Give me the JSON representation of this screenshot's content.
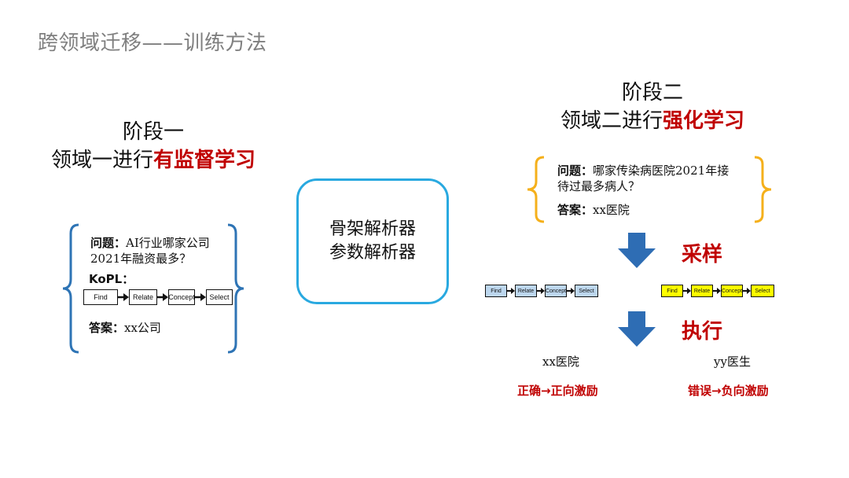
{
  "title": "跨领域迁移——训练方法",
  "stage1": {
    "heading": "阶段一",
    "line_prefix": "领域一进行",
    "line_highlight": "有监督学习",
    "question_label": "问题：",
    "question_line1": "AI行业哪家公司",
    "question_line2": "2021年融资最多？",
    "kopl_label": "KoPL：",
    "nodes": [
      "Find",
      "Relate",
      "Concept",
      "Select"
    ],
    "answer_label": "答案：",
    "answer": "xx公司"
  },
  "center": {
    "line1": "骨架解析器",
    "line2": "参数解析器"
  },
  "stage2": {
    "heading": "阶段二",
    "line_prefix": "领域二进行",
    "line_highlight": "强化学习",
    "question_label": "问题：",
    "question_line1": "哪家传染病医院2021年接",
    "question_line2": "待过最多病人？",
    "answer_label": "答案：",
    "answer": "xx医院",
    "sample_label": "采样",
    "execute_label": "执行",
    "nodes_left": [
      "Find",
      "Relate",
      "Concept",
      "Select"
    ],
    "nodes_right": [
      "Find",
      "Relate",
      "Concept",
      "Select"
    ],
    "result_left": "xx医院",
    "result_right": "yy医生",
    "reward_left": "正确→正向激励",
    "reward_right": "错误→负向激励"
  },
  "colors": {
    "title_gray": "#7f7f7f",
    "accent_red": "#c00000",
    "brace_blue": "#2e74b5",
    "brace_orange": "#f5b01b",
    "center_border": "#29a9e0",
    "down_arrow": "#2e6db4",
    "node_light_blue": "#bdd7ee",
    "node_yellow": "#ffff00"
  }
}
